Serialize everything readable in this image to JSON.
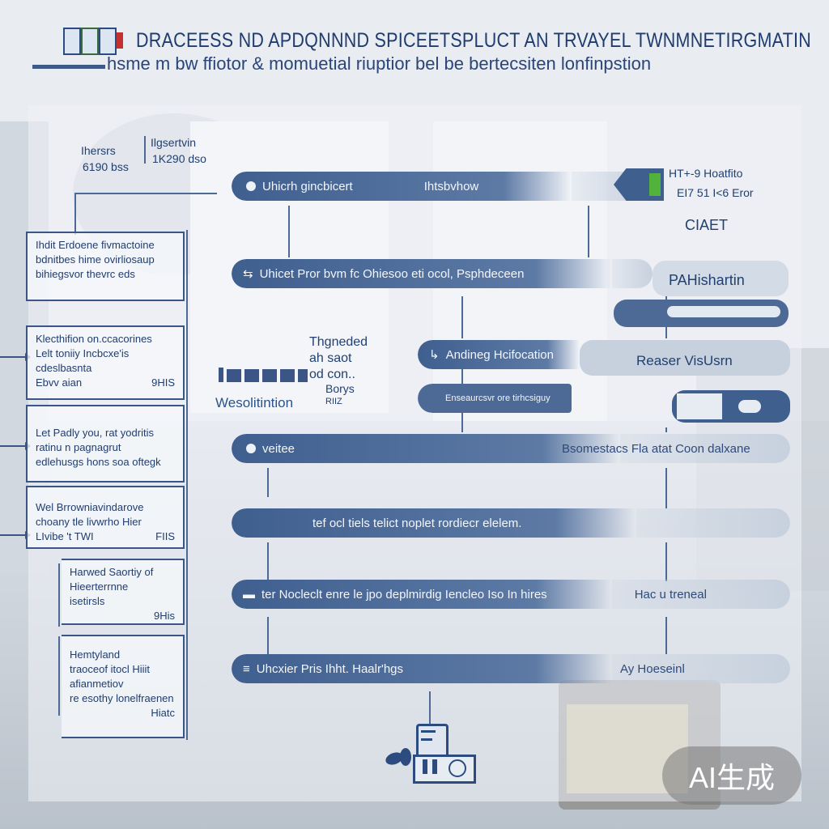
{
  "header": {
    "title": "DRACEESS ND APDQNNND SPICEETSPLUCT AN TRVAYEL TWNMNETIRGMATIN",
    "subtitle": "hsme m bw ffiotor & momuetial riuptior bel be bertecsiten lonfinpstion"
  },
  "top_labels": {
    "left_a": "Ihersrs",
    "left_b": "6190 bss",
    "mid_a": "Ilgsertvin",
    "mid_b": "1K290 dso"
  },
  "bars": [
    {
      "text": "Uhicrh gincbicert",
      "text2": "Ihtsbvhow"
    },
    {
      "text": "Uhicet Pror bvm fc Ohiesoo eti ocol, Psphdeceen"
    },
    {
      "text": "Andineg Hcifocation"
    },
    {
      "text": "Enseaurcsvr ore tirhcsiguy"
    },
    {
      "text": "veitee",
      "text2": "Bsomestacs Fla atat Coon dalxane"
    },
    {
      "text": "tef ocl tiels telict noplet rordiecr elelem."
    },
    {
      "text": "ter Nocleclt enre le jpo deplmirdig Iencleo Iso In hires",
      "text2": "Hac u treneal"
    },
    {
      "text": "Uhcxier Pris Ihht. Haalr'hgs",
      "text2": "Ay Hoeseinl"
    }
  ],
  "right_labels": {
    "r1": "HT+-9 Hoatfito",
    "r2": "EI7 51 I<6 Eror",
    "r3": "CIAET",
    "r4": "PAHishartin",
    "r5": "Reaser VisUsrn"
  },
  "middle_labels": {
    "m1": "Thgneded",
    "m2": "ah saot",
    "m3": "od con..",
    "m4": "Borys",
    "m5": "RIIZ",
    "m6": "Wesolitintion"
  },
  "left_boxes": [
    {
      "lines": [
        "Ihdit Erdoene fivmactoine",
        "bdnitbes hime ovirliosaup",
        "bihiegsvor thevrc eds"
      ],
      "foot": ""
    },
    {
      "lines": [
        "Klecthifion on.ccacorines",
        "Lelt toniiy Incbcxe'is",
        "cdeslbasnta",
        "Ebvv aian"
      ],
      "foot": "9HIS"
    },
    {
      "lines": [
        "Let Padly you, rat yodritis",
        "ratinu n pagnagrut",
        "edlehusgs hons soa oftegk"
      ],
      "foot": ""
    },
    {
      "lines": [
        "Wel Brrowniavindarove",
        "choany tle livwrho Hier",
        "LIvibe 't TWI"
      ],
      "foot": "FIIS"
    },
    {
      "lines": [
        "Harwed Saortiy of",
        "Hieerterrnne",
        "isetirsls"
      ],
      "foot": "9His"
    },
    {
      "lines": [
        "Hemtyland",
        "traoceof itocl Hiiit",
        "afianmetiov",
        "re esothy lonelfraenen"
      ],
      "foot": "Hiatc"
    }
  ],
  "badge": "AI生成",
  "colors": {
    "primary": "#3f5f8f",
    "light": "#c7d1de",
    "text": "#213d6e"
  }
}
